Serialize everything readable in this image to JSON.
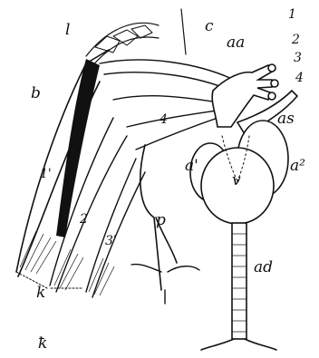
{
  "labels": {
    "l": "l",
    "c": "c",
    "aa": "aa",
    "n1": "1",
    "n2": "2",
    "n3": "3",
    "n4": "4",
    "b": "b",
    "as": "as",
    "a_prime": "a'",
    "a2": "a²",
    "v": "v",
    "n4_inner": "4",
    "p": "p",
    "n1_prime": "1'",
    "n2_inner": "2",
    "n3_prime": "3'",
    "ad": "ad",
    "k": "k",
    "mark": "ꝁ"
  }
}
